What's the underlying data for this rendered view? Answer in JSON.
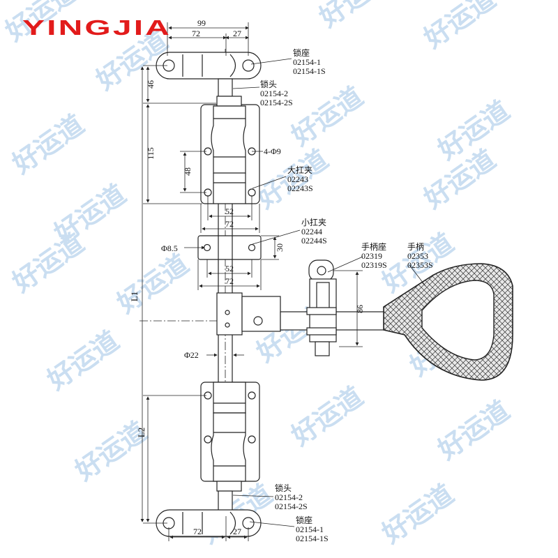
{
  "brand": {
    "name": "YINGJIA",
    "color": "#e21b1b"
  },
  "watermark": {
    "text": "好运道",
    "color": "#9ec4e6"
  },
  "colors": {
    "line": "#222222",
    "fill_light": "#ececec",
    "grip_fill": "#e8e8e8"
  },
  "dimensions": {
    "d99": "99",
    "d72_top": "72",
    "d27": "27",
    "d46": "46",
    "d115": "115",
    "d48": "48",
    "d52_a": "52",
    "d72_b": "72",
    "d30": "30",
    "phi85": "Φ8.5",
    "d52_b": "52",
    "d72_c": "72",
    "d86": "86",
    "phi22": "Φ22",
    "L1": "L1",
    "L2": "L2",
    "holes": "4-Φ9"
  },
  "labels": {
    "lock_seat_top": {
      "name": "锁座",
      "code1": "02154-1",
      "code2": "02154-1S"
    },
    "lock_head_top": {
      "name": "锁头",
      "code1": "02154-2",
      "code2": "02154-2S"
    },
    "big_clamp": {
      "name": "大扛夹",
      "code1": "02243",
      "code2": "02243S"
    },
    "small_clamp": {
      "name": "小扛夹",
      "code1": "02244",
      "code2": "02244S"
    },
    "handle_seat": {
      "name": "手柄座",
      "code1": "02319",
      "code2": "02319S"
    },
    "handle": {
      "name": "手柄",
      "code1": "02353",
      "code2": "02353S"
    },
    "lock_head_bottom": {
      "name": "锁头",
      "code1": "02154-2",
      "code2": "02154-2S"
    },
    "lock_seat_bottom": {
      "name": "锁座",
      "code1": "02154-1",
      "code2": "02154-1S"
    }
  }
}
